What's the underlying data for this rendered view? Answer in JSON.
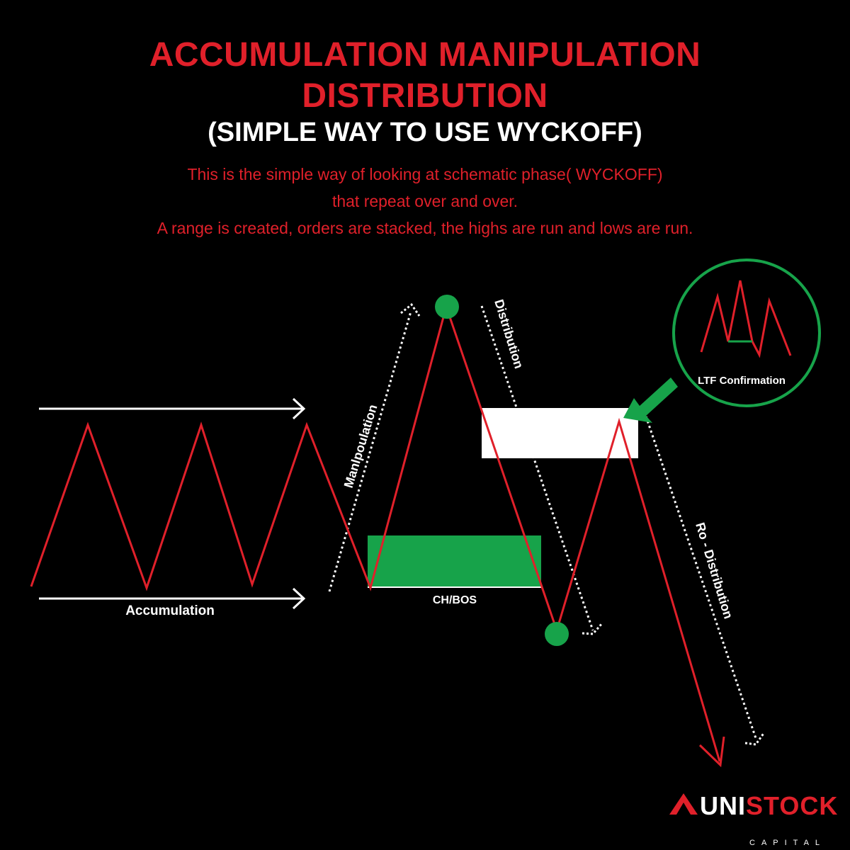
{
  "title": {
    "line1": "ACCUMULATION MANIPULATION",
    "line2": "DISTRIBUTION",
    "subtitle": "(SIMPLE WAY TO USE WYCKOFF)"
  },
  "description": [
    "This is the simple way of looking at schematic phase( WYCKOFF)",
    "that repeat over and over.",
    "A range is created, orders are stacked, the highs are run and lows are run."
  ],
  "labels": {
    "accumulation": "Accumulation",
    "manipulation": "Manlpoulation",
    "distribution": "Distribution",
    "redistribution": "Ro - Distribution",
    "ch_bos": "CH/BOS",
    "ltf_confirmation": "LTF Confirmation"
  },
  "logo": {
    "uni": "UNI",
    "stock": "STOCK",
    "sub": "CAPITAL"
  },
  "colors": {
    "background": "#000000",
    "accent_red": "#e0202a",
    "accent_green": "#17a34a",
    "white": "#ffffff"
  },
  "icons": [
    "arrow-right-icon",
    "arrow-down-icon",
    "circle-marker-icon",
    "pointer-arrow-icon"
  ]
}
